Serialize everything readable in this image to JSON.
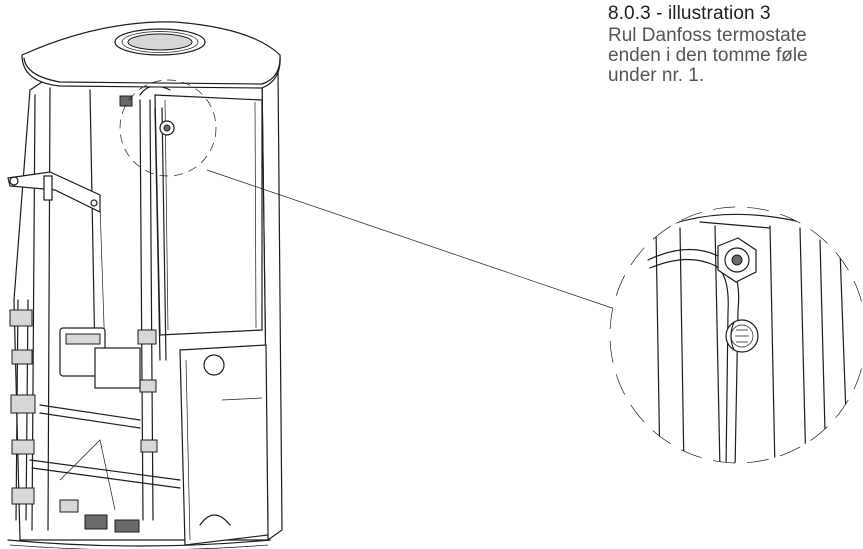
{
  "caption": {
    "heading": "8.0.3 - illustration 3",
    "lines": [
      "Rul Danfoss termostate",
      "enden i den tomme føle",
      "under nr. 1."
    ]
  }
}
